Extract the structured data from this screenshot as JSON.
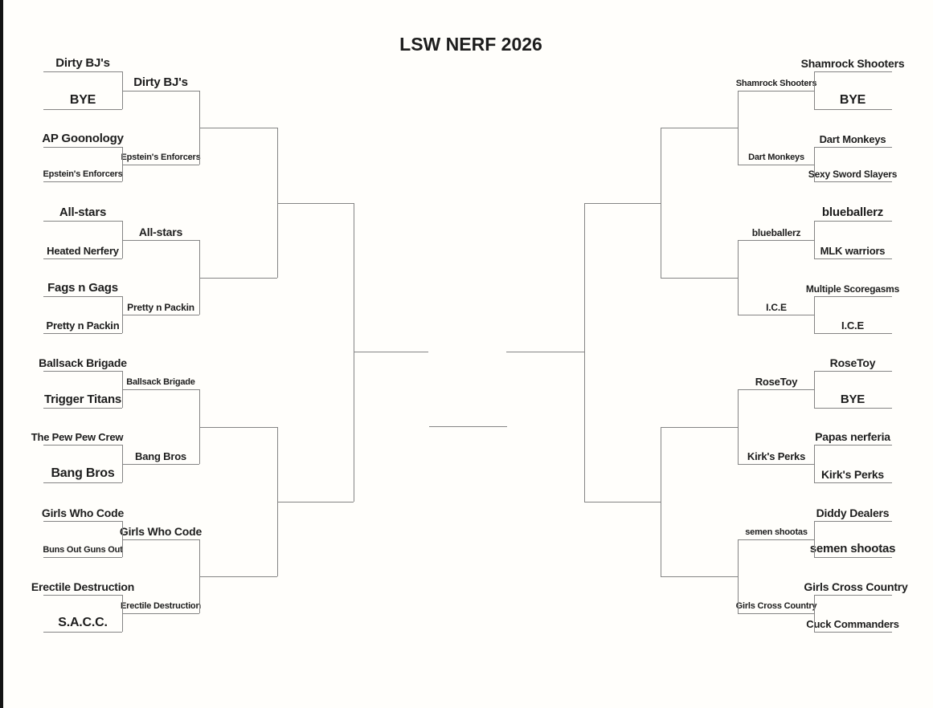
{
  "title": "LSW NERF 2026",
  "colors": {
    "background": "#fffefb",
    "line": "#848484",
    "text": "#1d1d1d",
    "edge_bar": "#141414"
  },
  "bracket": {
    "left": {
      "matches": [
        {
          "top": "Dirty BJ's",
          "bottom": "BYE",
          "winner": "Dirty BJ's"
        },
        {
          "top": "AP Goonology",
          "bottom": "Epstein's Enforcers",
          "winner": "Epstein's Enforcers"
        },
        {
          "top": "All-stars",
          "bottom": "Heated Nerfery",
          "winner": "All-stars"
        },
        {
          "top": "Fags n Gags",
          "bottom": "Pretty n Packin",
          "winner": "Pretty n Packin"
        },
        {
          "top": "Ballsack Brigade",
          "bottom": "Trigger Titans",
          "winner": "Ballsack Brigade"
        },
        {
          "top": "The Pew Pew Crew",
          "bottom": "Bang Bros",
          "winner": "Bang Bros"
        },
        {
          "top": "Girls Who Code",
          "bottom": "Buns Out Guns Out",
          "winner": "Girls Who Code"
        },
        {
          "top": "Erectile Destruction",
          "bottom": "S.A.C.C.",
          "winner": "Erectile Destruction"
        }
      ]
    },
    "right": {
      "matches": [
        {
          "top": "Shamrock Shooters",
          "bottom": "BYE",
          "winner": "Shamrock Shooters"
        },
        {
          "top": "Dart Monkeys",
          "bottom": "Sexy Sword Slayers",
          "winner": "Dart Monkeys"
        },
        {
          "top": "blueballerz",
          "bottom": "MLK warriors",
          "winner": "blueballerz"
        },
        {
          "top": "Multiple Scoregasms",
          "bottom": "I.C.E",
          "winner": "I.C.E"
        },
        {
          "top": "RoseToy",
          "bottom": "BYE",
          "winner": "RoseToy"
        },
        {
          "top": "Papas nerferia",
          "bottom": "Kirk's Perks",
          "winner": "Kirk's Perks"
        },
        {
          "top": "Diddy Dealers",
          "bottom": "semen shootas",
          "winner": "semen shootas"
        },
        {
          "top": "Girls Cross Country",
          "bottom": "Cuck Commanders",
          "winner": "Girls Cross Country"
        }
      ]
    }
  }
}
